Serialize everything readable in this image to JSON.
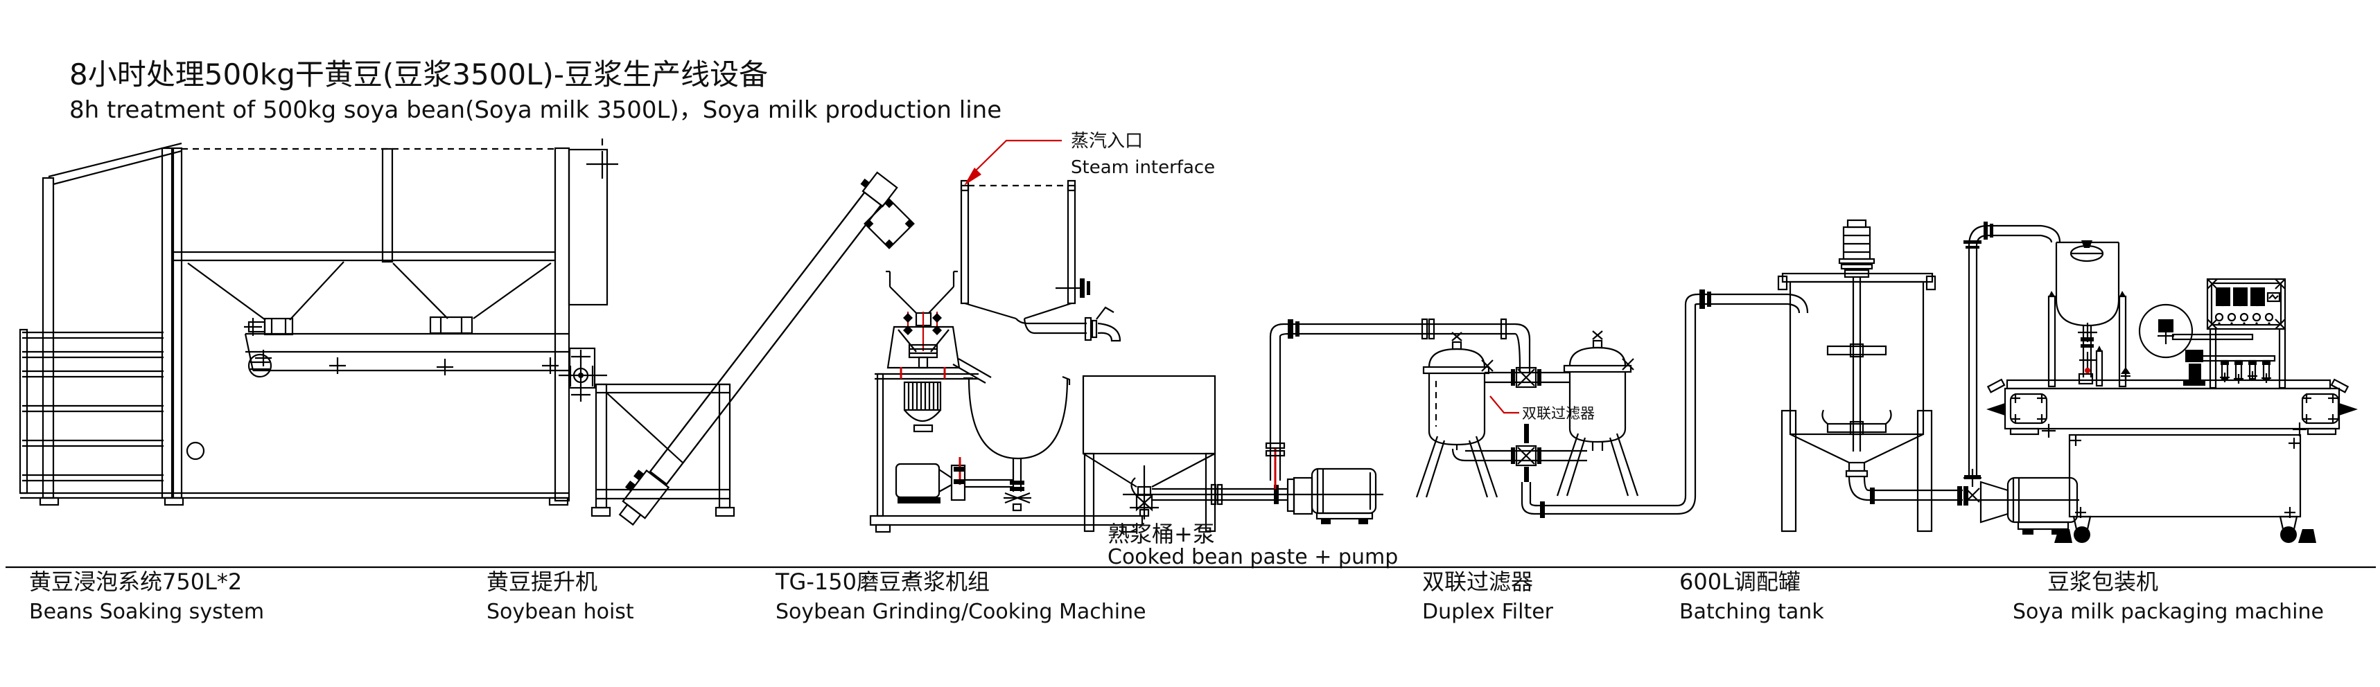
{
  "title": {
    "zh": "8小时处理500kg干黄豆(豆浆3500L)-豆浆生产线设备",
    "en": "8h treatment of 500kg soya bean(Soya milk 3500L)，Soya milk production line"
  },
  "callouts": {
    "steam": {
      "zh": "蒸汽入口",
      "en": "Steam interface"
    },
    "cooked_paste": {
      "zh": "熟浆桶+泵",
      "en": "Cooked bean paste + pump"
    },
    "duplex_filter_pointer": {
      "zh": "双联过滤器"
    }
  },
  "equipment_labels": [
    {
      "id": "beans-soaking-system",
      "zh": "黄豆浸泡系统750L*2",
      "en": "Beans Soaking system"
    },
    {
      "id": "soybean-hoist",
      "zh": "黄豆提升机",
      "en": "Soybean hoist"
    },
    {
      "id": "grinding-cooking-machine",
      "zh": "TG-150磨豆煮浆机组",
      "en": "Soybean Grinding/Cooking Machine"
    },
    {
      "id": "duplex-filter",
      "zh": "双联过滤器",
      "en": "Duplex Filter"
    },
    {
      "id": "batching-tank",
      "zh": "600L调配罐",
      "en": "Batching tank"
    },
    {
      "id": "packaging-machine",
      "zh": "豆浆包装机",
      "en": "Soya milk packaging machine"
    }
  ],
  "colors": {
    "line": "#000000",
    "accent_red": "#cc0000",
    "background": "#ffffff"
  }
}
